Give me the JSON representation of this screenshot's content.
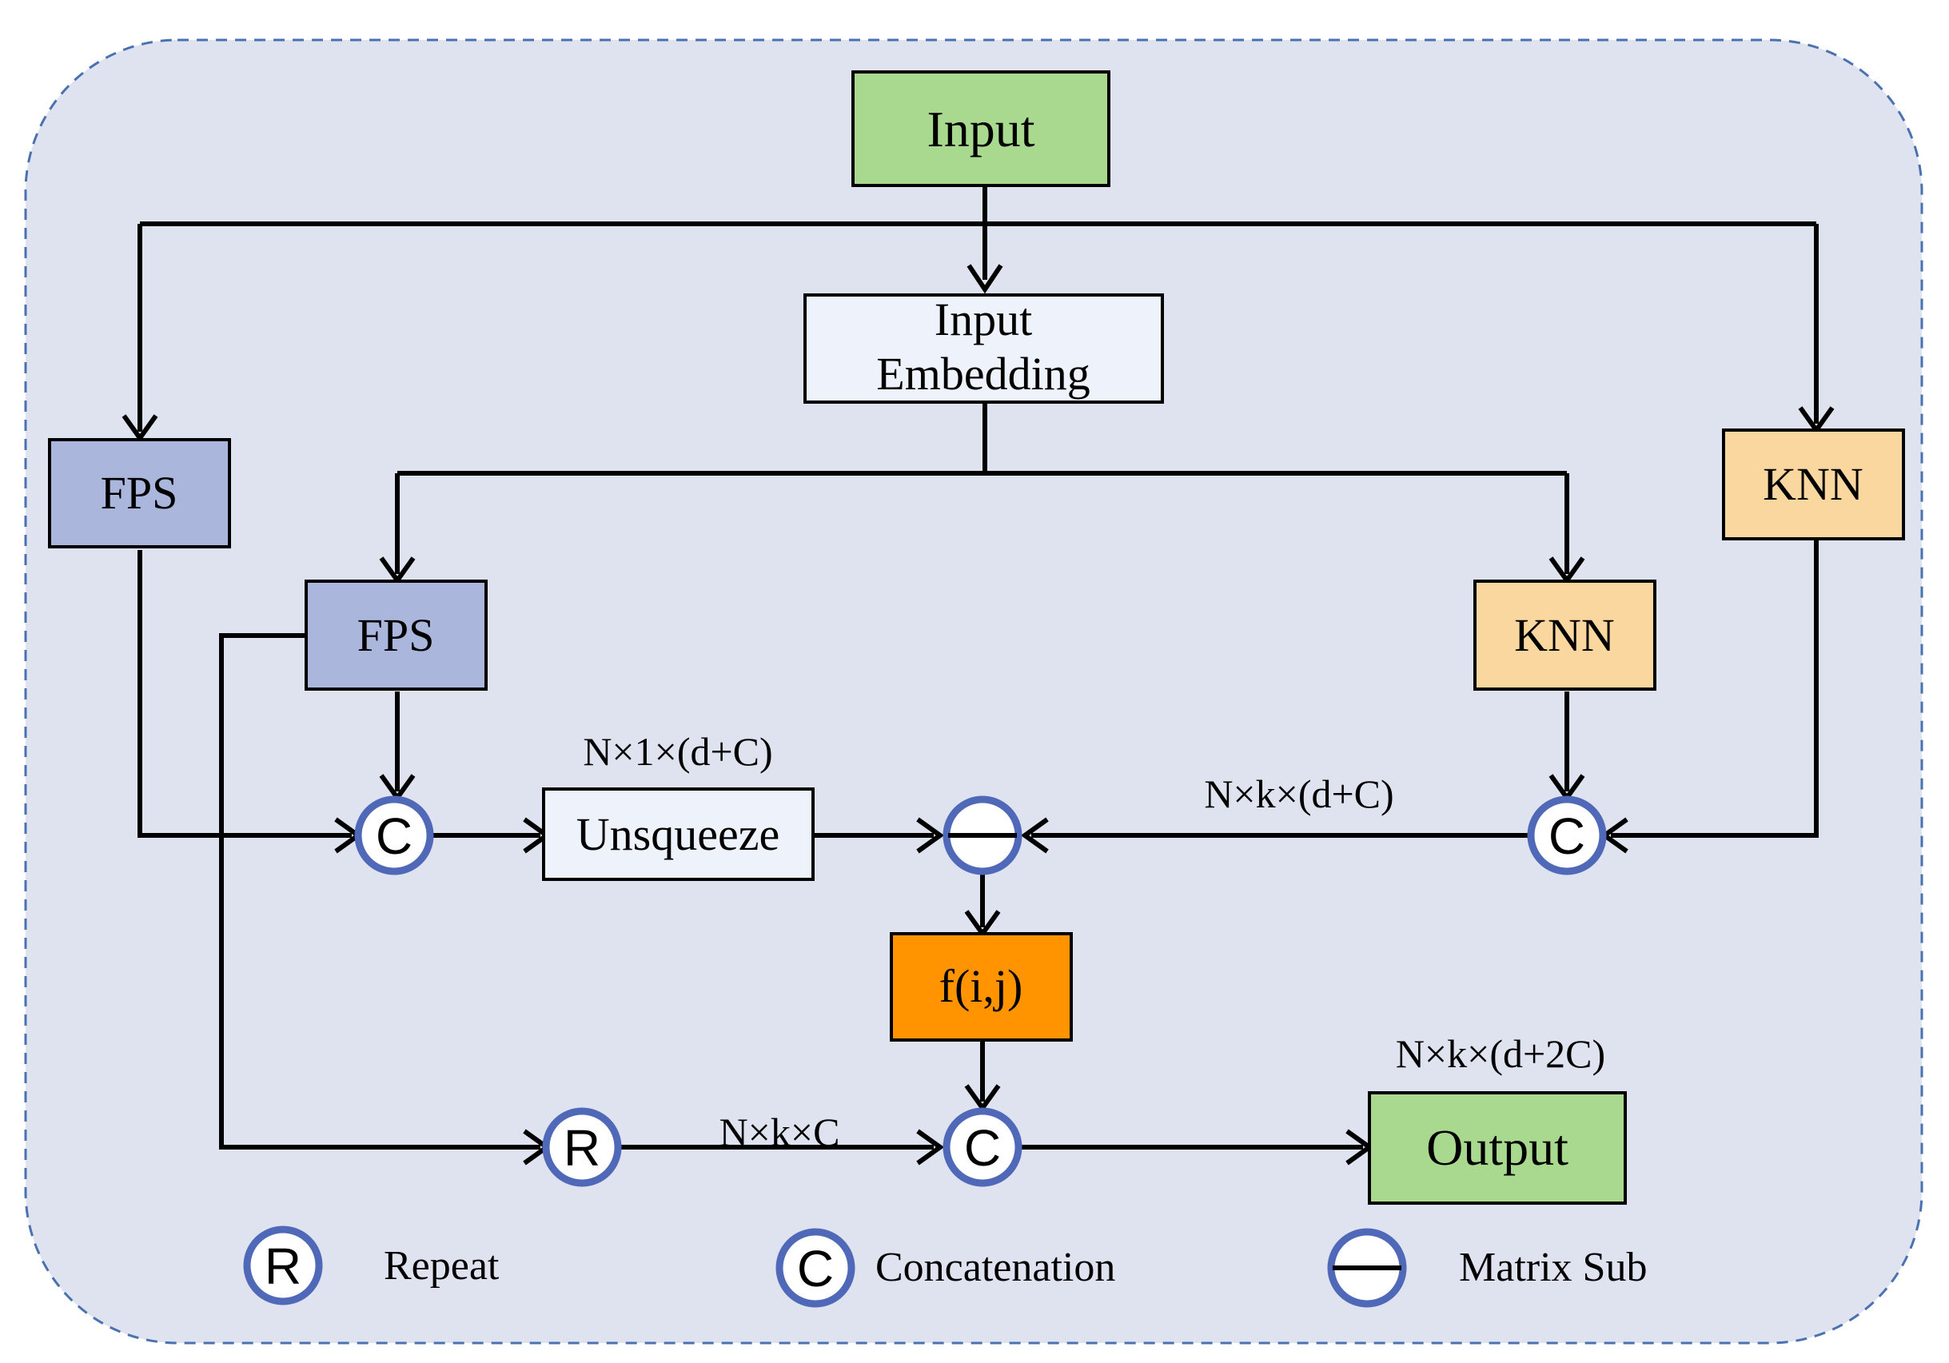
{
  "colors": {
    "panel_fill": "#dfe3f0",
    "panel_border": "#4a72b0",
    "green": "#a9d98e",
    "light_box": "#eef2fb",
    "fps_blue": "#aab6dc",
    "knn_orange": "#fbd7a0",
    "f_orange": "#ff9400",
    "circle_stroke": "#5068b8",
    "circle_fill": "#ffffff"
  },
  "boxes": {
    "input": "Input",
    "input_embedding_line1": "Input",
    "input_embedding_line2": "Embedding",
    "fps_outer": "FPS",
    "fps_inner": "FPS",
    "knn_outer": "KNN",
    "knn_inner": "KNN",
    "unsqueeze": "Unsqueeze",
    "fij": "f(i,j)",
    "output": "Output"
  },
  "ops": {
    "concat_symbol": "C",
    "repeat_symbol": "R",
    "matrix_sub_icon": "minus-circle-icon"
  },
  "dims": {
    "unsqueeze_dim": "N×1×(d+C)",
    "knn_dim": "N×k×(d+C)",
    "repeat_dim": "N×k×C",
    "output_dim": "N×k×(d+2C)"
  },
  "legend": {
    "repeat_symbol": "R",
    "repeat_label": "Repeat",
    "concat_symbol": "C",
    "concat_label": "Concatenation",
    "matrix_sub_label": "Matrix Sub"
  }
}
